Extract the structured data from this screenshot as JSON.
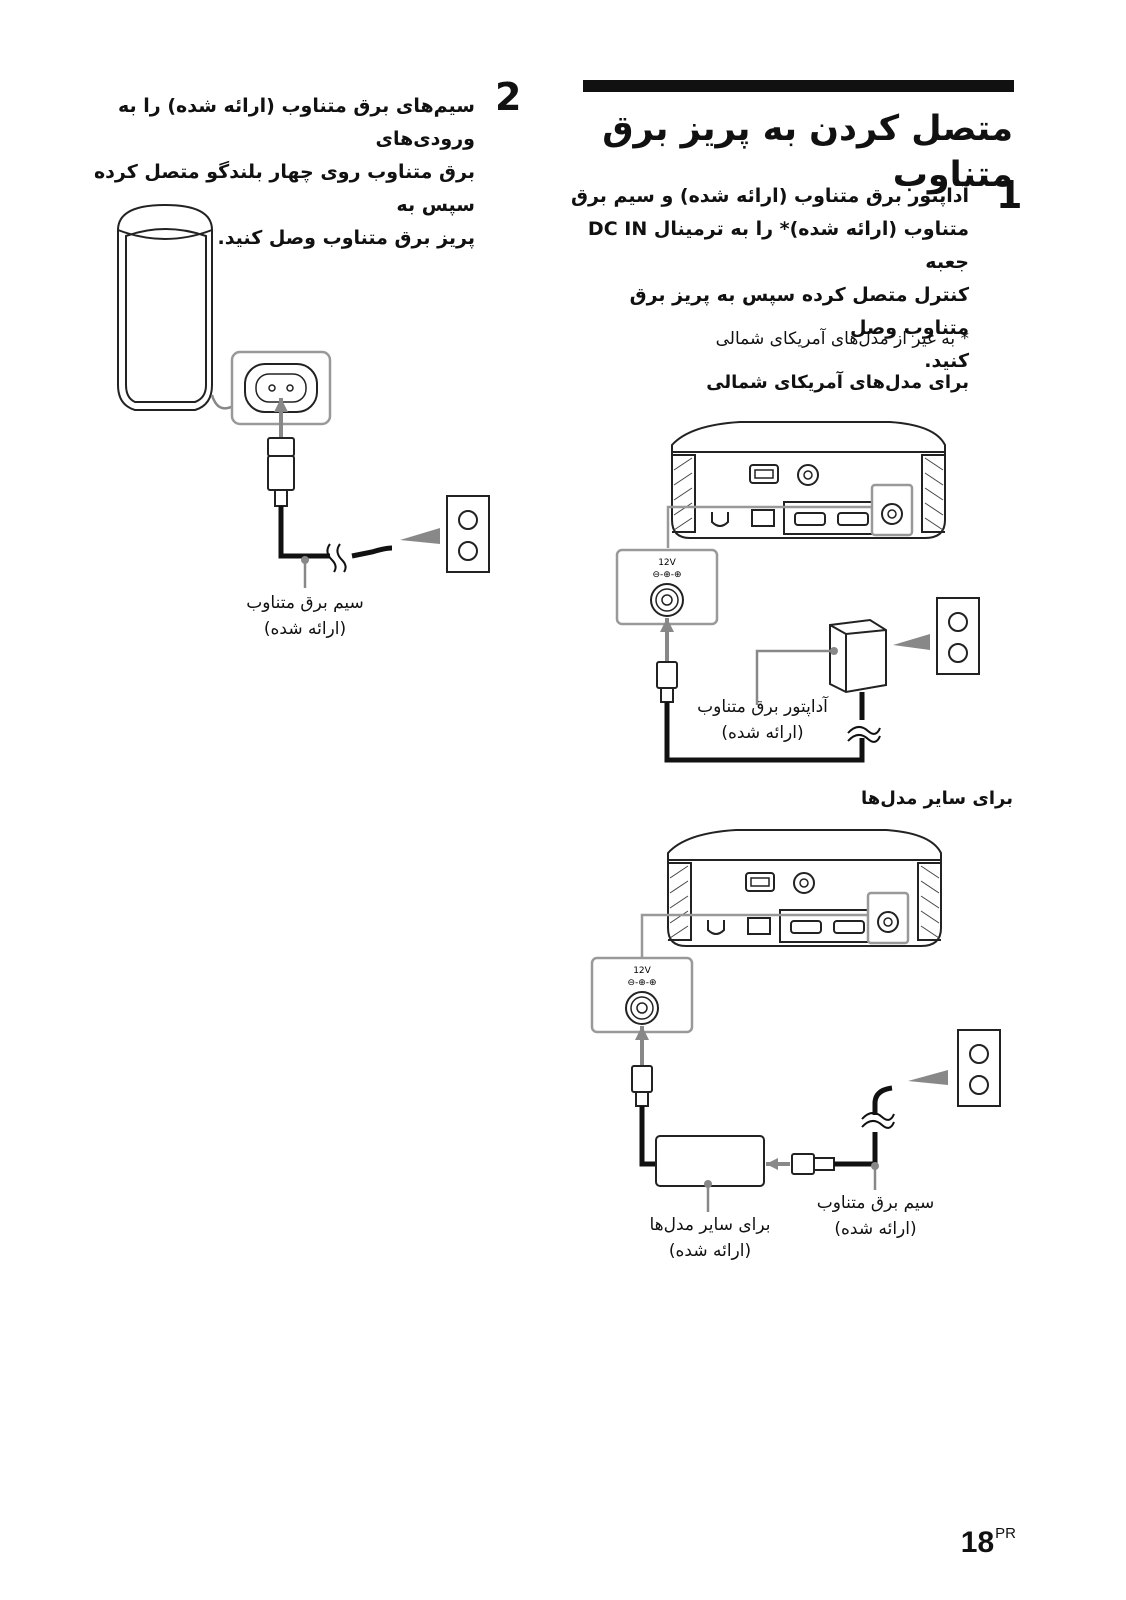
{
  "section": {
    "title": "متصل کردن به پریز برق متناوب"
  },
  "step1": {
    "number": "1",
    "lines": [
      "آداپتور برق متناوب (ارائه شده) و سیم برق",
      "متناوب (ارائه شده)* را به ترمینال DC IN جعبه",
      "کنترل متصل کرده سپس به پریز برق متناوب وصل",
      "کنید."
    ],
    "footnote": "* به غیر از مدل‌های آمریکای شمالی",
    "subheading_na": "برای مدل‌های آمریکای شمالی",
    "subheading_other": "برای سایر مدل‌ها",
    "diagram_na": {
      "port_voltage": "12V",
      "adapter_label_1": "آداپتور برق متناوب",
      "adapter_label_2": "(ارائه شده)"
    },
    "diagram_other": {
      "port_voltage": "12V",
      "adapter_label_1": "برای سایر مدل‌ها",
      "adapter_label_2": "(ارائه شده)",
      "cord_label_1": "سیم برق متناوب",
      "cord_label_2": "(ارائه شده)"
    }
  },
  "step2": {
    "number": "2",
    "lines": [
      "سیم‌های برق متناوب (ارائه شده) را به ورودی‌های",
      "برق متناوب روی چهار بلندگو متصل کرده سپس به",
      "پریز برق متناوب وصل کنید."
    ],
    "diagram": {
      "cord_label_1": "سیم برق متناوب",
      "cord_label_2": "(ارائه شده)"
    }
  },
  "page": {
    "number": "18",
    "suffix": "PR"
  }
}
